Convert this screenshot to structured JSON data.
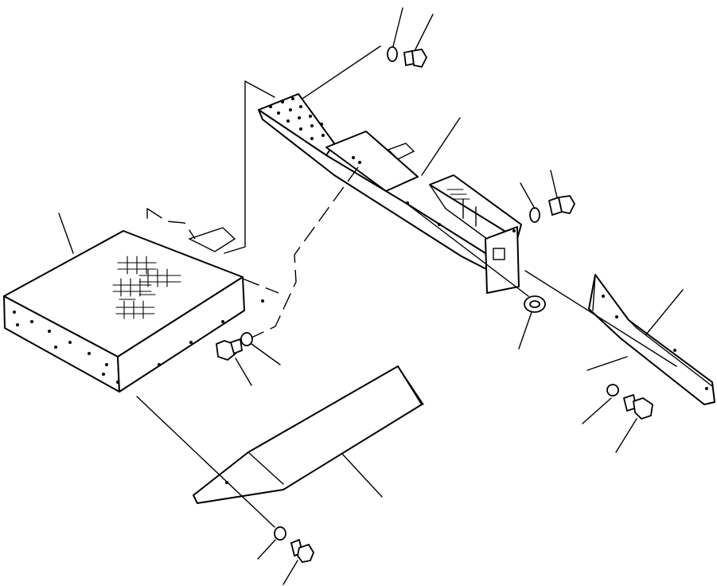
{
  "diagram": {
    "type": "exploded parts drawing",
    "line_color": "#000000",
    "background": "#ffffff",
    "parts": [
      "platform-box",
      "mounting-bracket",
      "end-bracket",
      "lower-cover-plate",
      "spacer",
      "bolt-1",
      "bolt-2",
      "bolt-3",
      "bolt-4",
      "bolt-5",
      "washer-1",
      "washer-2",
      "washer-3",
      "washer-4",
      "washer-5"
    ]
  }
}
